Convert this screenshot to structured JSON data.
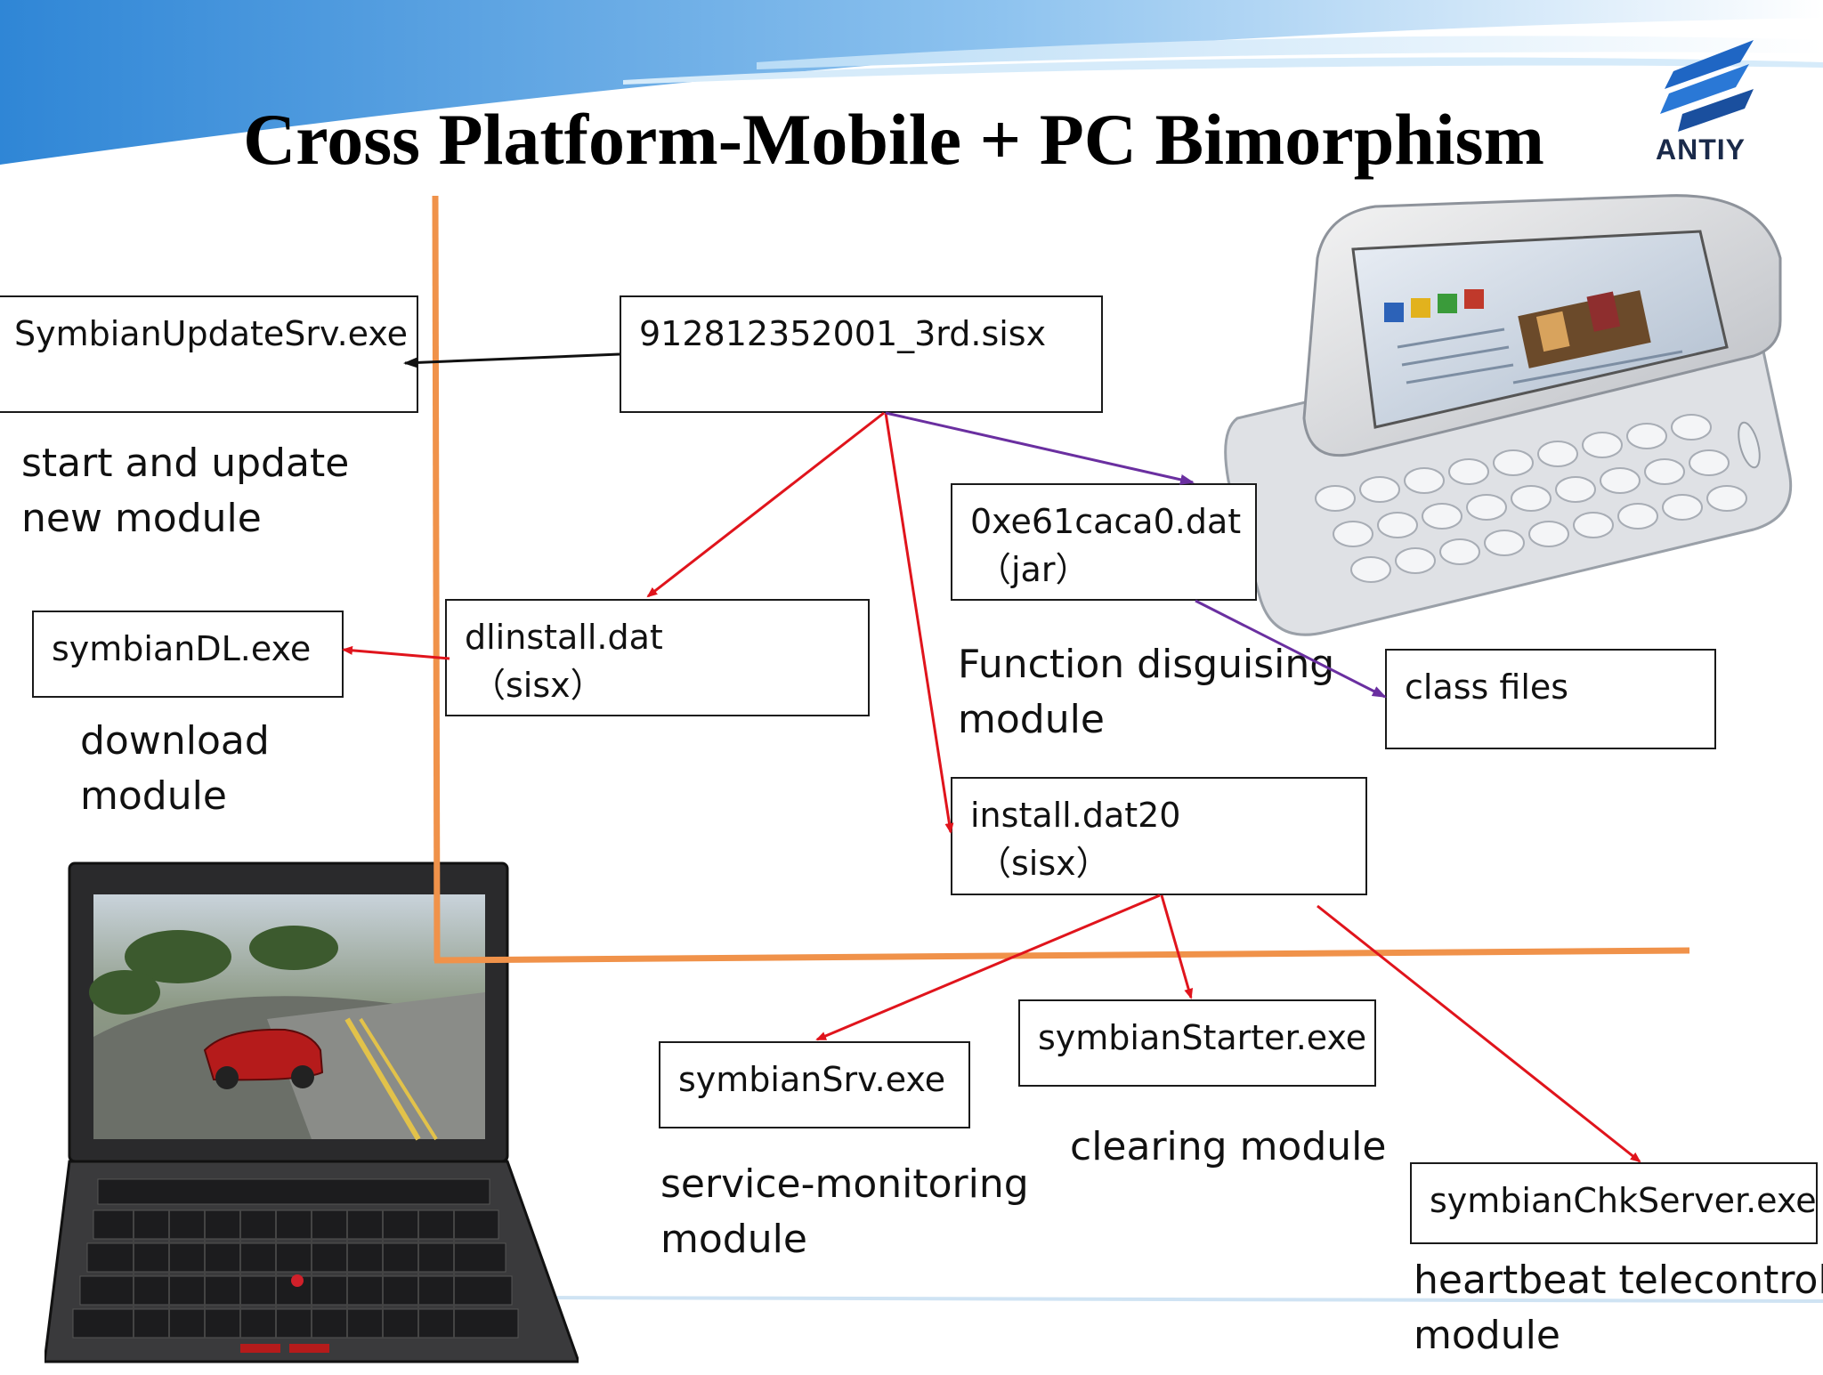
{
  "title": "Cross Platform-Mobile + PC Bimorphism",
  "logo": {
    "text": "ANTIY"
  },
  "nodes": {
    "sisx": {
      "line1": "912812352001_3rd.sisx"
    },
    "update": {
      "line1": "SymbianUpdateSrv.exe"
    },
    "symbiandl": {
      "line1": "symbianDL.exe"
    },
    "dlinstall": {
      "line1": "dlinstall.dat",
      "line2": "（sisx）"
    },
    "jar": {
      "line1": "0xe61caca0.dat",
      "line2": "（jar）"
    },
    "classfiles": {
      "line1": "class files"
    },
    "install20": {
      "line1": "install.dat20",
      "line2": "（sisx）"
    },
    "srv": {
      "line1": "symbianSrv.exe"
    },
    "starter": {
      "line1": "symbianStarter.exe"
    },
    "chk": {
      "line1": "symbianChkServer.exe"
    }
  },
  "captions": {
    "update_a": "start and update",
    "update_b": "new module",
    "download_a": "download",
    "download_b": "module",
    "disguise_a": "Function disguising",
    "disguise_b": "module",
    "monitor_a": "service-monitoring",
    "monitor_b": "module",
    "clearing": "clearing module",
    "heartbeat_a": "heartbeat telecontrol",
    "heartbeat_b": "module"
  },
  "colors": {
    "red_arrow": "#e0141c",
    "purple_arrow": "#6a2fa0",
    "black_arrow": "#111111",
    "divider": "#f0924a",
    "banner": "#3d8fd8"
  },
  "images": {
    "phone": "nokia-slider-phone",
    "laptop": "thinkpad-laptop"
  }
}
